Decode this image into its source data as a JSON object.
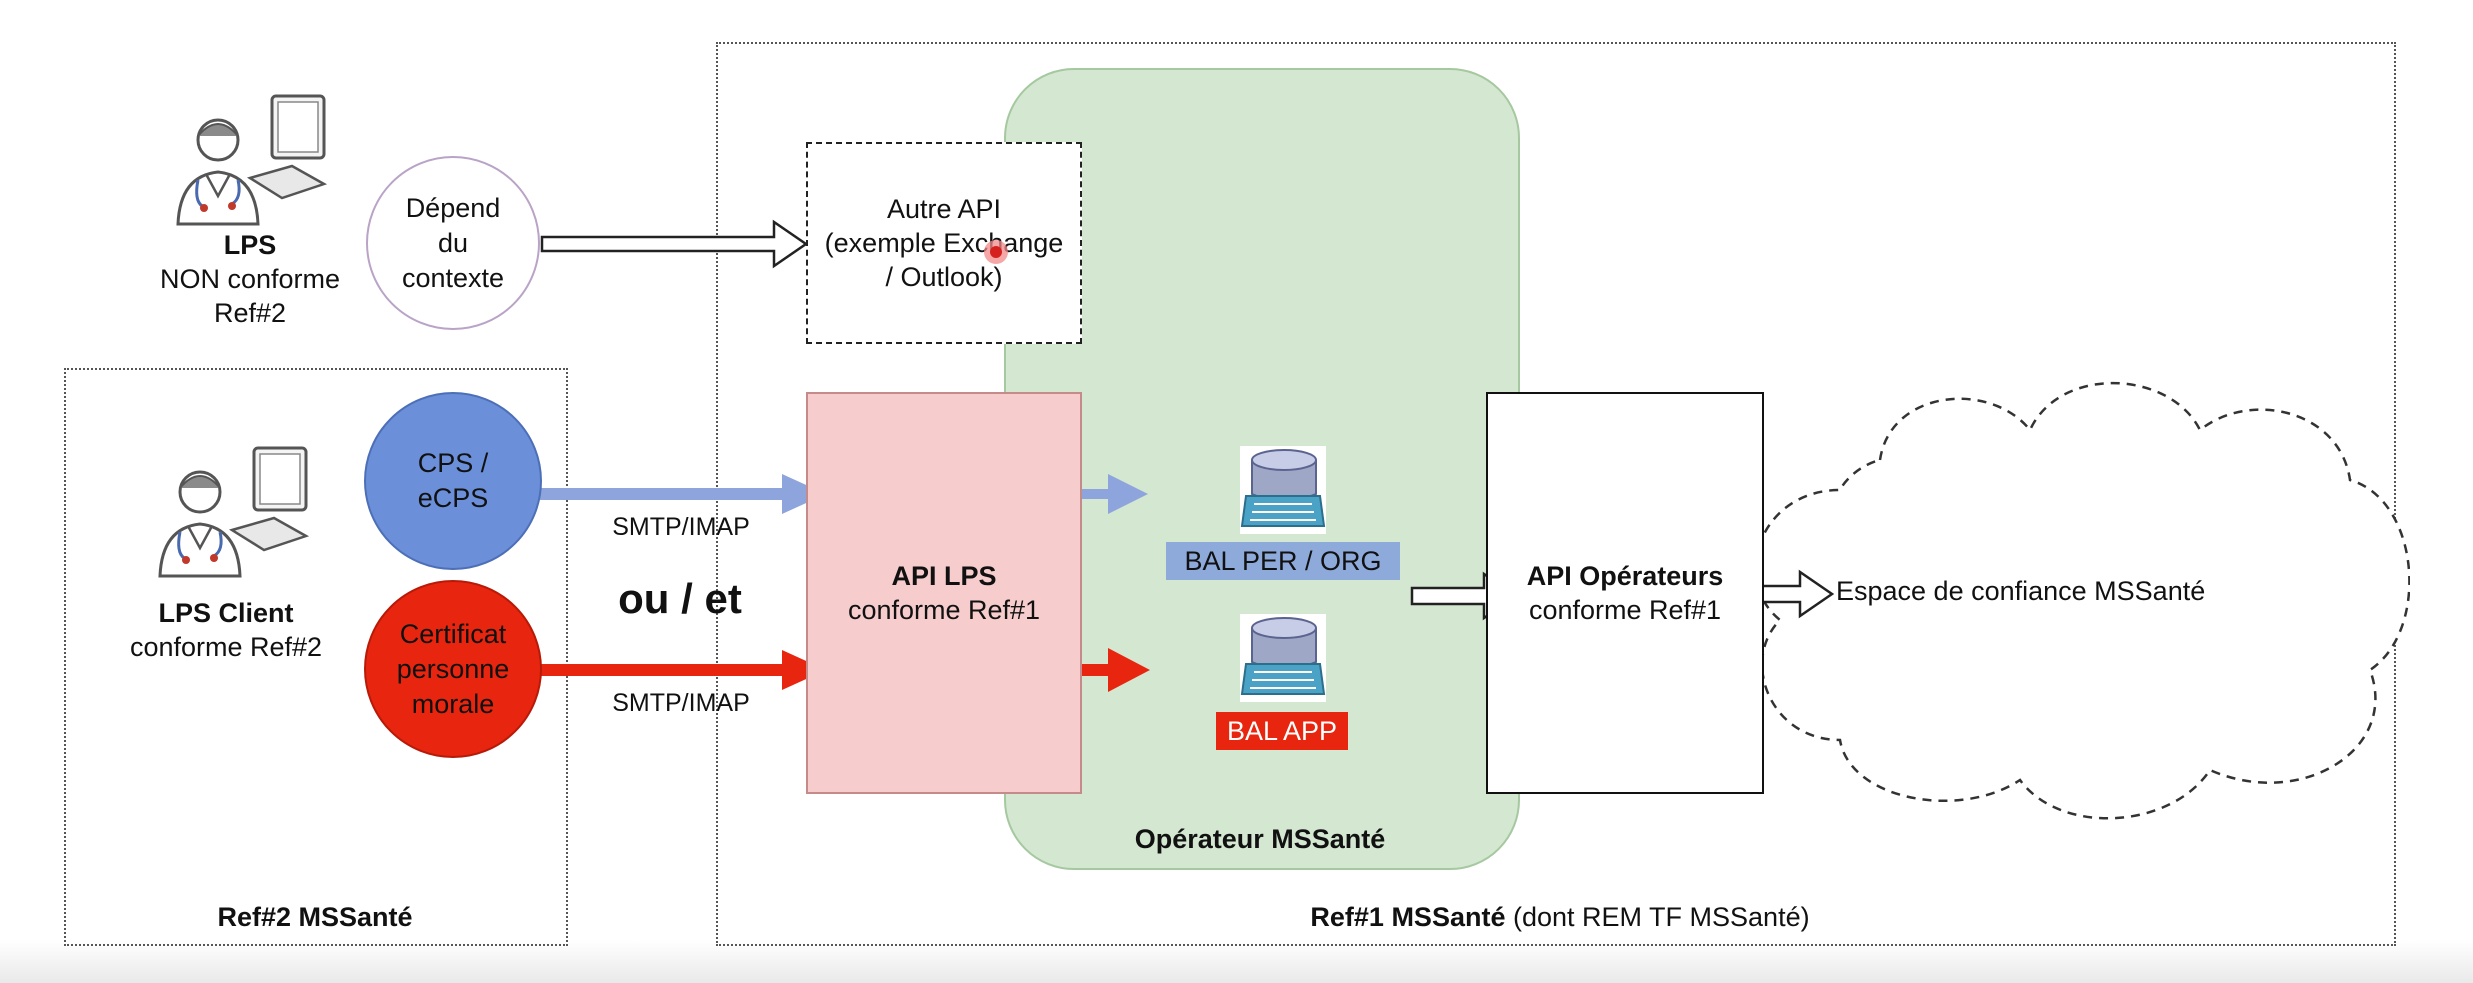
{
  "lps_non_conforme": {
    "name": "LPS",
    "line2": "NON conforme",
    "line3": "Ref#2"
  },
  "circle_depend": {
    "line1": "Dépend",
    "line2": "du",
    "line3": "contexte"
  },
  "autre_api": {
    "line1": "Autre API",
    "line2": "(exemple Exchange",
    "line3": "/ Outlook)"
  },
  "lps_client": {
    "name": "LPS Client",
    "line2": "conforme Ref#2"
  },
  "circle_cps": {
    "line1": "CPS /",
    "line2": "eCPS"
  },
  "circle_certificat": {
    "line1": "Certificat",
    "line2": "personne",
    "line3": "morale"
  },
  "protocol_top": "SMTP/IMAP",
  "protocol_bottom": "SMTP/IMAP",
  "ou_et": "ou / et",
  "api_lps": {
    "title": "API LPS",
    "subtitle": "conforme Ref#1"
  },
  "bal_per_org": "BAL PER / ORG",
  "bal_app": "BAL APP",
  "api_operateurs": {
    "title": "API Opérateurs",
    "subtitle": "conforme Ref#1"
  },
  "espace_confiance": "Espace de confiance MSSanté",
  "operateur_label": "Opérateur MSSanté",
  "ref2_label": {
    "bold": "Ref#2 MSSanté"
  },
  "ref1_label": {
    "bold": "Ref#1 MSSanté",
    "rest": " (dont REM TF MSSanté)"
  },
  "colors": {
    "operator_green": "#d4e7d1",
    "api_lps_pink": "#f6cccc",
    "cps_blue": "#6b8fd8",
    "certificat_red": "#e8250f",
    "arrow_blue": "#8ea4dc",
    "arrow_red": "#e8250f",
    "bal_per_highlight": "#8eaadb",
    "bal_app_highlight": "#e8250f"
  }
}
